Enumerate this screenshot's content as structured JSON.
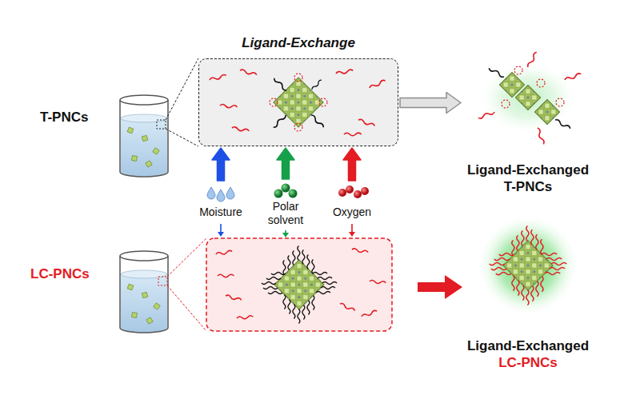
{
  "diagram": {
    "nodes": [
      {
        "text": [
          "Ligand-Exchange"
        ]
      },
      {
        "text": [
          "Ligand-Exchanged",
          "T-PNCs"
        ]
      },
      {
        "text": [
          "Ligand-Exchanged",
          "LC-PNCs"
        ]
      },
      {
        "text": [
          "Moisture"
        ]
      },
      {
        "text": [
          "Polar solvent"
        ]
      },
      {
        "text": [
          "Oxygen"
        ]
      }
    ],
    "edges": [
      {
        "from": 0,
        "to": 1,
        "arrow": "to"
      },
      {
        "from": 3,
        "to": 0,
        "arrow": "to"
      },
      {
        "from": 4,
        "to": 0,
        "arrow": "to"
      },
      {
        "from": 5,
        "to": 0,
        "arrow": "to"
      }
    ],
    "labels": [
      "T-PNCs",
      "LC-PNCs"
    ]
  }
}
